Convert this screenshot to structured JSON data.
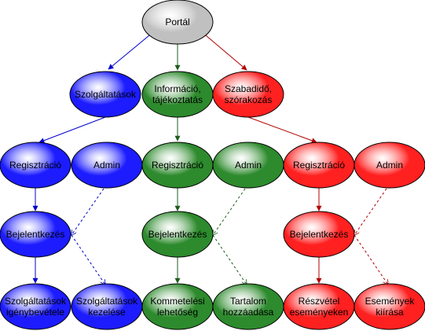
{
  "colors": {
    "grey": "#c0c0c0",
    "blue": "#1c1cff",
    "green": "#2d8a2d",
    "red": "#ff2020",
    "blue_line": "#0000cc",
    "green_line": "#1f5c1f",
    "red_line": "#b30000"
  },
  "nodes": {
    "root": {
      "lines": [
        "Portál"
      ]
    },
    "szolg": {
      "lines": [
        "Szolgáltatások"
      ]
    },
    "info": {
      "lines": [
        "Információ,",
        "tájékoztatás"
      ]
    },
    "szabad": {
      "lines": [
        "Szabadidő,",
        "szórakozás"
      ]
    },
    "b_reg": {
      "lines": [
        "Regisztráció"
      ]
    },
    "b_admin": {
      "lines": [
        "Admin"
      ]
    },
    "g_reg": {
      "lines": [
        "Regisztráció"
      ]
    },
    "g_admin": {
      "lines": [
        "Admin"
      ]
    },
    "r_reg": {
      "lines": [
        "Regisztráció"
      ]
    },
    "r_admin": {
      "lines": [
        "Admin"
      ]
    },
    "b_login": {
      "lines": [
        "Bejelentkezés"
      ]
    },
    "g_login": {
      "lines": [
        "Bejelentkezés"
      ]
    },
    "r_login": {
      "lines": [
        "Bejelentkezés"
      ]
    },
    "b_use": {
      "lines": [
        "Szolgáltatások",
        "igénybevétele"
      ]
    },
    "b_manage": {
      "lines": [
        "Szolgáltatások",
        "kezelése"
      ]
    },
    "g_comment": {
      "lines": [
        "Kommetelési",
        "lehetőség"
      ]
    },
    "g_content": {
      "lines": [
        "Tartalom",
        "hozzáadása"
      ]
    },
    "r_event": {
      "lines": [
        "Részvétel",
        "eseményeken"
      ]
    },
    "r_post": {
      "lines": [
        "Események",
        "kiírása"
      ]
    }
  }
}
